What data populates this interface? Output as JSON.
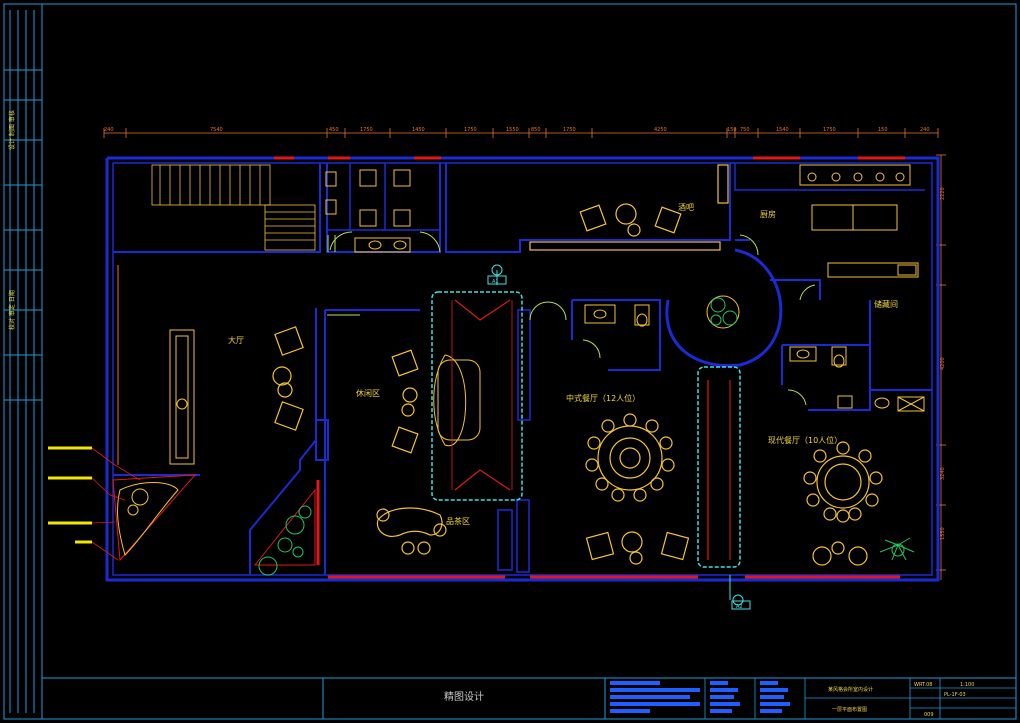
{
  "colors": {
    "background": "#000000",
    "frame": "#1e9bd7",
    "wall": "#1a2bd6",
    "furniture": "#f5c230",
    "door": "#ff6a00",
    "accent_red": "#e01818",
    "glass": "#40e0e0",
    "plant": "#22c55e",
    "dim": "#e8742b",
    "text": "#f2d43a",
    "bar": "#1d5fff"
  },
  "drawing": {
    "rooms": {
      "lobby": "大厅",
      "lounge": "休闲区",
      "tea": "品茶区",
      "chinese_dining": "中式餐厅（12人位）",
      "modern_dining": "现代餐厅（10人位）",
      "kitchen": "厨房",
      "cafe": "酒吧",
      "storage": "储藏间"
    },
    "dimensions": [
      "240",
      "7540",
      "450",
      "1750",
      "1450",
      "1750",
      "1550",
      "850",
      "1750",
      "4250",
      "150",
      "750",
      "1540",
      "1750",
      "150",
      "240"
    ],
    "side_dimensions": [
      "2220",
      "4200",
      "3240",
      "1550"
    ],
    "markers": [
      "A1",
      "A2"
    ]
  },
  "title_block": {
    "drawing_title": "精图设计",
    "project_name": "某风格会所室内设计",
    "sheet_name": "一层平面布置图",
    "scale": "1:100",
    "sheet_no": "PL-1F-03",
    "code": "WRT.08",
    "page": "009"
  },
  "sidebar": {
    "block1": "设计\n制图\n审核",
    "block2": "校对\n审定\n日期"
  }
}
